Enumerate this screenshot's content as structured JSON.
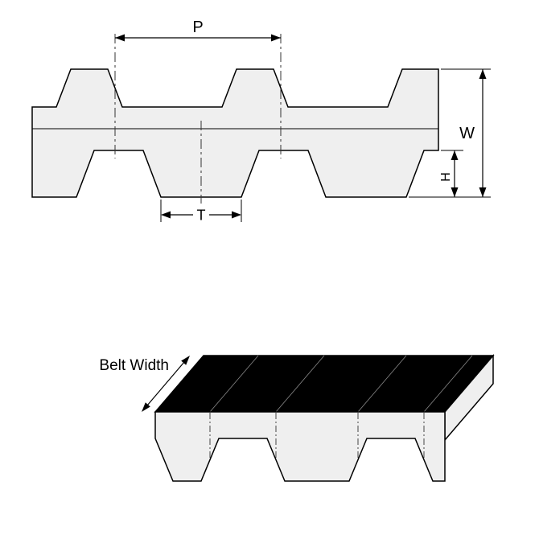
{
  "diagram": {
    "labels": {
      "pitch": "P",
      "belt_thickness": "W",
      "tooth_height": "H",
      "tooth_width": "T",
      "belt_width": "Belt Width"
    },
    "colors": {
      "outline": "#000000",
      "belt_fill": "#efefef",
      "top_surface": "#000000",
      "background": "#ffffff",
      "centerline": "#333333",
      "surface_line": "#888888"
    }
  }
}
